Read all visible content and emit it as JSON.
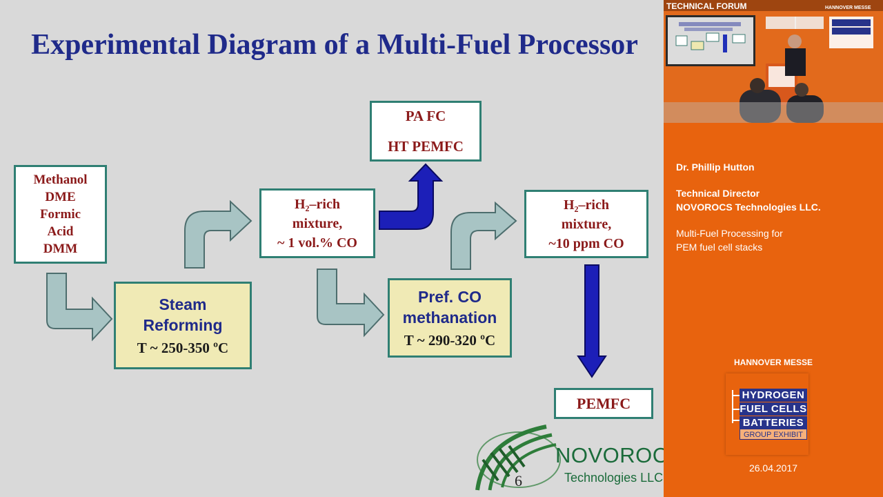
{
  "slide": {
    "title": "Experimental Diagram of a Multi-Fuel Processor",
    "slide_number": "6",
    "feed_box": [
      "Methanol",
      "DME",
      "Formic",
      "Acid",
      "DMM"
    ],
    "steam_reforming": {
      "line1": "Steam",
      "line2": "Reforming",
      "temp": "T ~ 250-350 ºC"
    },
    "h2_rich_1": {
      "line1": "H₂–rich",
      "line2": "mixture,",
      "line3": "~ 1 vol.% CO"
    },
    "pa_fc": {
      "line1": "PA FC",
      "line2": "HT PEMFC"
    },
    "pref_co": {
      "line1": "Pref. CO",
      "line2": "methanation",
      "temp": "T ~ 290-320 ºC"
    },
    "h2_rich_2": {
      "line1": "H₂–rich",
      "line2": "mixture,",
      "line3": "~10 ppm CO"
    },
    "pemfc": "PEMFC",
    "logo": {
      "name": "NOVOROCS",
      "sub": "Technologies LLC"
    },
    "colors": {
      "title": "#1f2a8a",
      "box_text": "#8b1a1a",
      "box_border": "#2f7f73",
      "process_box": "#f0eab5",
      "grey_arrow": "#a8c4c4",
      "blue_arrow": "#1c1fb8"
    }
  },
  "sidebar": {
    "video_header": "TECHNICAL FORUM",
    "video_brand": "HANNOVER MESSE",
    "speaker_name": "Dr. Phillip Hutton",
    "role_line1": "Technical Director",
    "role_line2": "NOVOROCS Technologies LLC.",
    "talk_line1": "Multi-Fuel Processing for",
    "talk_line2": "PEM fuel cell stacks",
    "event": "HANNOVER MESSE",
    "exhibit": {
      "l1": "HYDROGEN",
      "l2": "FUEL CELLS",
      "l3": "BATTERIES",
      "l4": "GROUP EXHIBIT"
    },
    "date": "26.04.2017",
    "colors": {
      "orange": "#e8630e",
      "navy": "#27338a"
    }
  }
}
